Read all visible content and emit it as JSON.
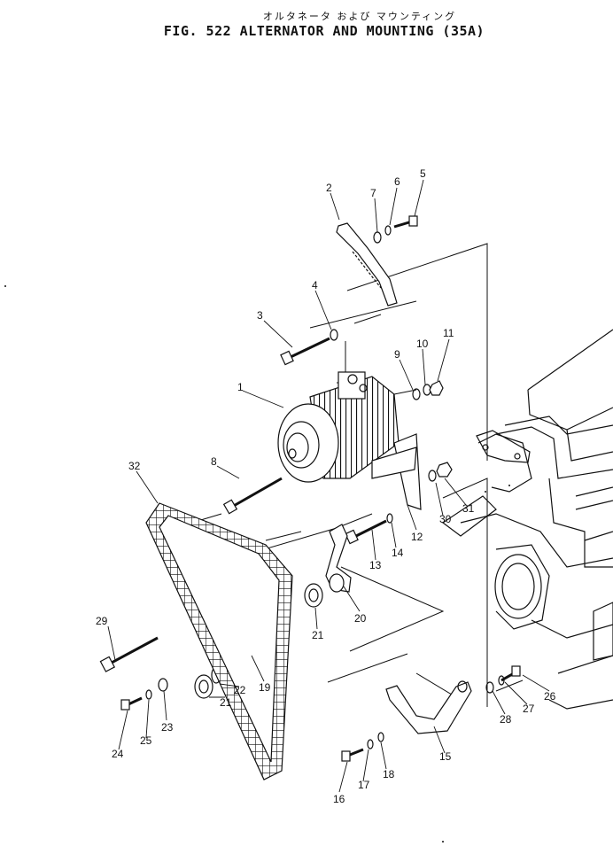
{
  "header": {
    "title_jp": "オルタネータ および マウンティング",
    "title_en": "FIG. 522  ALTERNATOR  AND  MOUNTING  (35A)"
  },
  "callouts": [
    "1",
    "2",
    "3",
    "4",
    "5",
    "6",
    "7",
    "8",
    "9",
    "10",
    "11",
    "12",
    "13",
    "14",
    "15",
    "16",
    "17",
    "18",
    "19",
    "20",
    "21",
    "21",
    "22",
    "23",
    "24",
    "25",
    "26",
    "27",
    "28",
    "29",
    "30",
    "31",
    "32"
  ],
  "colors": {
    "ink": "#111111",
    "paper": "#ffffff"
  }
}
